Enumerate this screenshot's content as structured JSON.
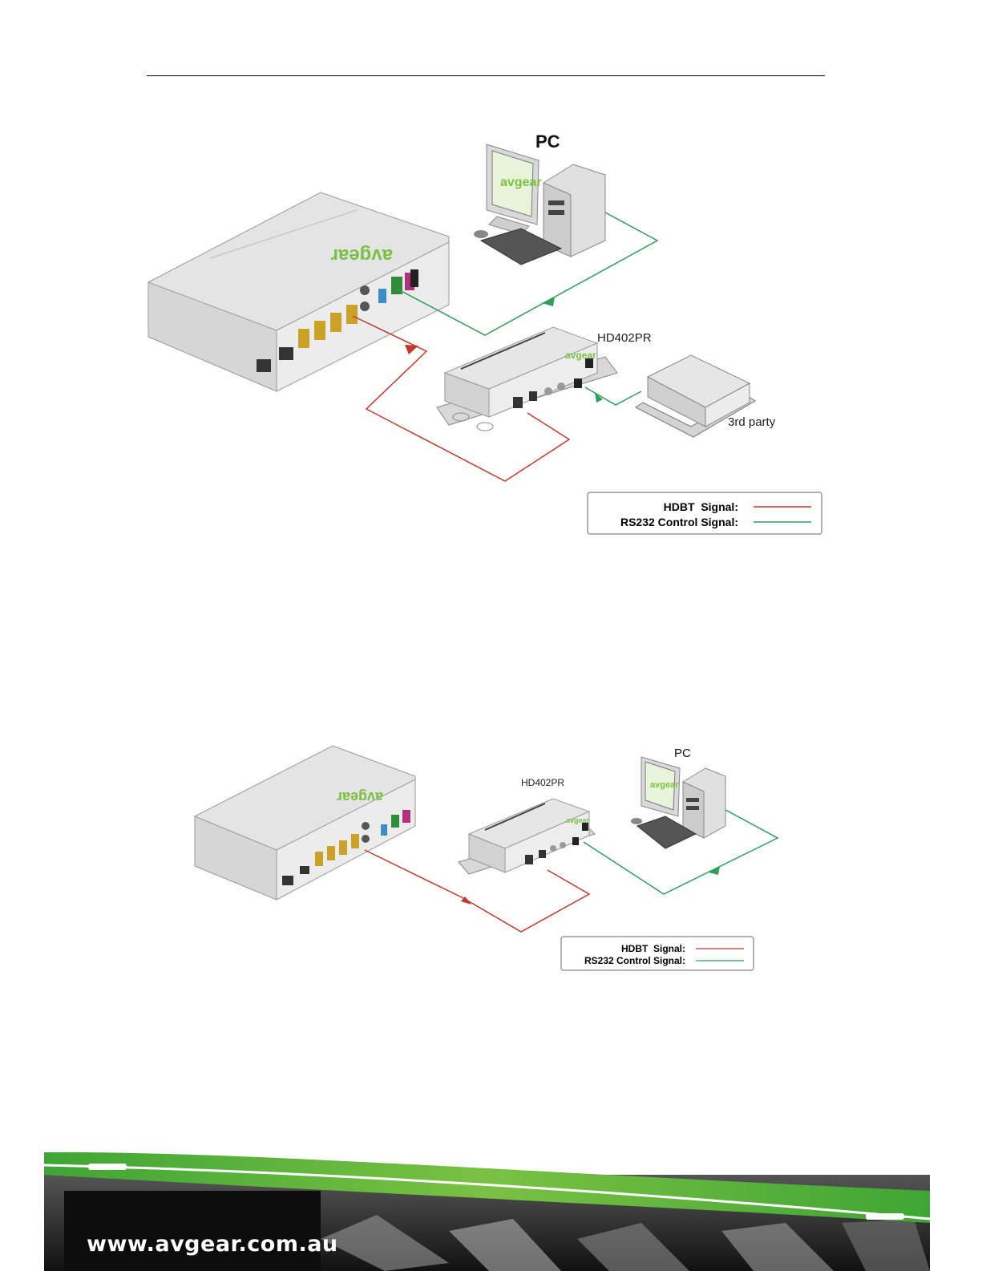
{
  "diagram1": {
    "pc_label": "PC",
    "receiver_label": "HD402PR",
    "third_party_label": "3rd party",
    "legend": {
      "hdbt_label": "HDBT  Signal:",
      "rs232_label": "RS232 Control Signal:"
    },
    "logo_text": "avgear",
    "colors": {
      "hdbt": "#c0392b",
      "rs232": "#2e9e5b",
      "logo": "#7ac143"
    }
  },
  "diagram2": {
    "pc_label": "PC",
    "receiver_label": "HD402PR",
    "legend": {
      "hdbt_label": "HDBT  Signal:",
      "rs232_label": "RS232 Control Signal:"
    },
    "logo_text": "avgear"
  },
  "footer": {
    "url": "www.avgear.com.au"
  }
}
